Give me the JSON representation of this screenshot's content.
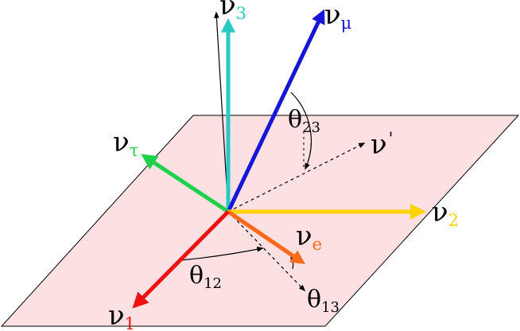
{
  "vectors": {
    "nu1": {
      "symbol": "ν",
      "index": "1",
      "color": "#ee1111"
    },
    "nu2": {
      "symbol": "ν",
      "index": "2",
      "color": "#ffd200"
    },
    "nu3": {
      "symbol": "ν",
      "index": "3",
      "color": "#2ac9c6"
    },
    "nu_e": {
      "symbol": "ν",
      "index": "e",
      "color": "#ff6a1a"
    },
    "nu_mu": {
      "symbol": "ν",
      "index": "μ",
      "color": "#1616d8"
    },
    "nu_tau": {
      "symbol": "ν",
      "index": "τ",
      "color": "#1fd04a"
    },
    "nu_prime": {
      "symbol": "ν",
      "index": "'"
    }
  },
  "angles": {
    "theta12": {
      "symbol": "θ",
      "index": "12"
    },
    "theta13": {
      "symbol": "θ",
      "index": "13"
    },
    "theta23": {
      "symbol": "θ",
      "index": "23"
    }
  },
  "plane_color": "#fde0e2"
}
